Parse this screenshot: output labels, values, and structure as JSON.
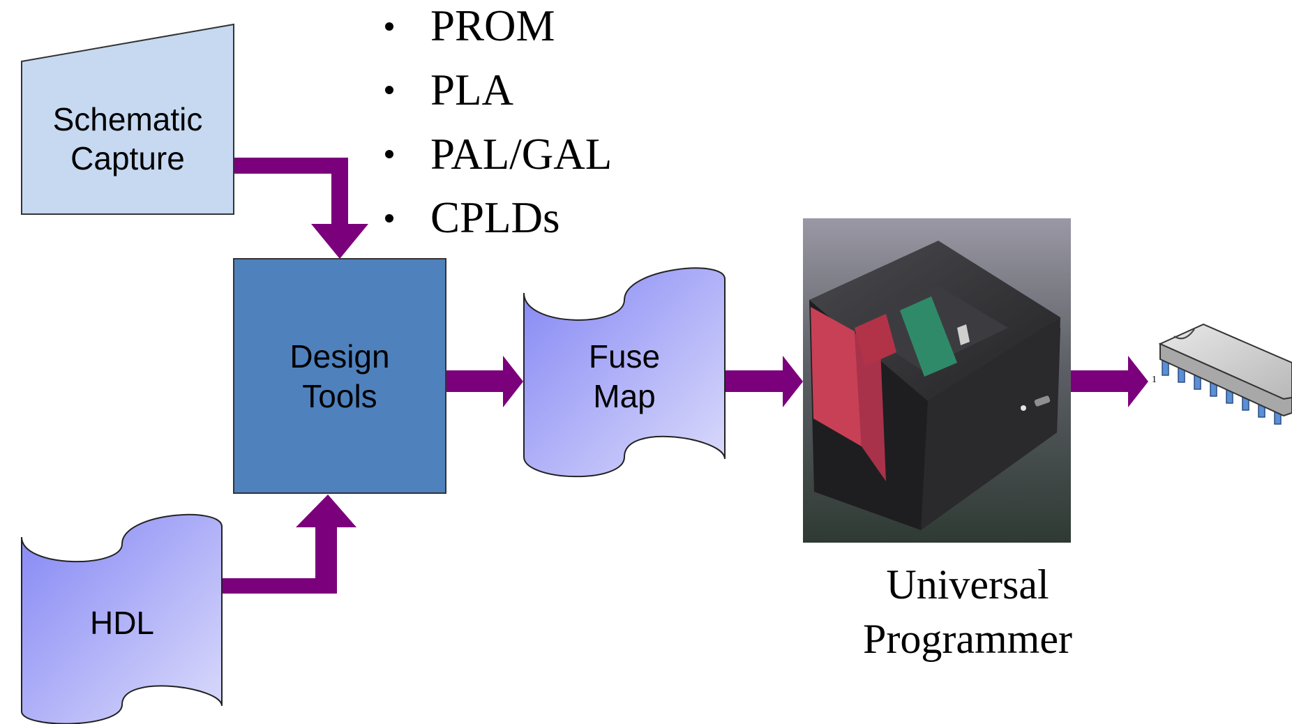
{
  "bullets": {
    "items": [
      {
        "text": "PROM"
      },
      {
        "text": "PLA"
      },
      {
        "text": "PAL/GAL"
      },
      {
        "text": "CPLDs"
      }
    ]
  },
  "nodes": {
    "schematic": {
      "line1": "Schematic",
      "line2": "Capture"
    },
    "hdl": {
      "label": "HDL"
    },
    "design_tools": {
      "line1": "Design",
      "line2": "Tools"
    },
    "fuse_map": {
      "line1": "Fuse",
      "line2": "Map"
    },
    "programmer": {
      "line1": "Universal",
      "line2": "Programmer"
    },
    "chip": {
      "pin_label": "1"
    }
  },
  "colors": {
    "arrow": "#7b007b",
    "schematic_fill": "#c6d9f1",
    "design_tools_fill": "#4f81bd",
    "document_gradient_top": "#8a8cf5",
    "document_gradient_bottom": "#d8d9fb",
    "pin_color": "#5b8fd6"
  }
}
